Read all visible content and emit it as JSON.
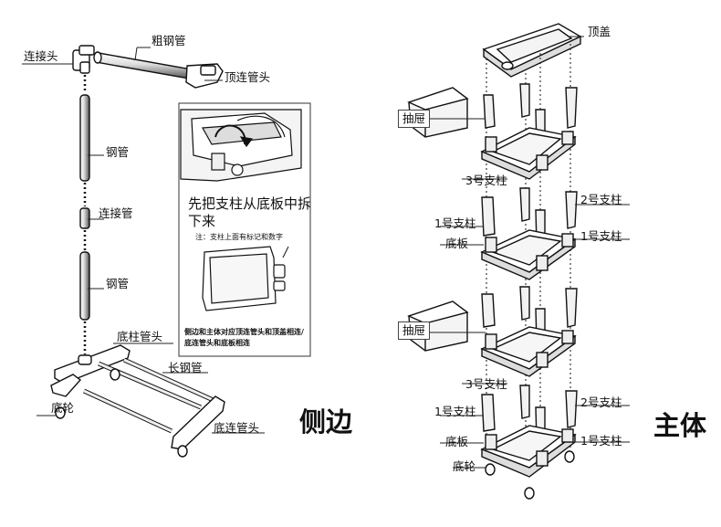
{
  "side": {
    "caption": "侧边",
    "labels": {
      "connector_head": "连接头",
      "thick_tube": "粗钢管",
      "top_connector": "顶连管头",
      "tube_1": "钢管",
      "connector_tube": "连接管",
      "tube_2": "钢管",
      "base_pillar_head": "底柱管头",
      "long_tube": "长钢管",
      "caster": "底轮",
      "base_connector": "底连管头"
    }
  },
  "inset": {
    "title": "先把支柱从底板中拆下来",
    "note": "注：支柱上面有标记和数字",
    "caption": "侧边和主体对应顶连管头和顶盖相连/底连管头和底板相连"
  },
  "main": {
    "caption": "主体",
    "labels": {
      "top_cover": "顶盖",
      "drawer_1": "抽屉",
      "pillar3_1": "3号支柱",
      "pillar2_1": "2号支柱",
      "pillar1_left_1": "1号支柱",
      "base_plate_1": "底板",
      "pillar1_right_1": "1号支柱",
      "drawer_2": "抽屉",
      "pillar3_2": "3号支柱",
      "pillar2_2": "2号支柱",
      "pillar1_left_2": "1号支柱",
      "base_plate_2": "底板",
      "pillar1_right_2": "1号支柱",
      "caster": "底轮"
    }
  }
}
